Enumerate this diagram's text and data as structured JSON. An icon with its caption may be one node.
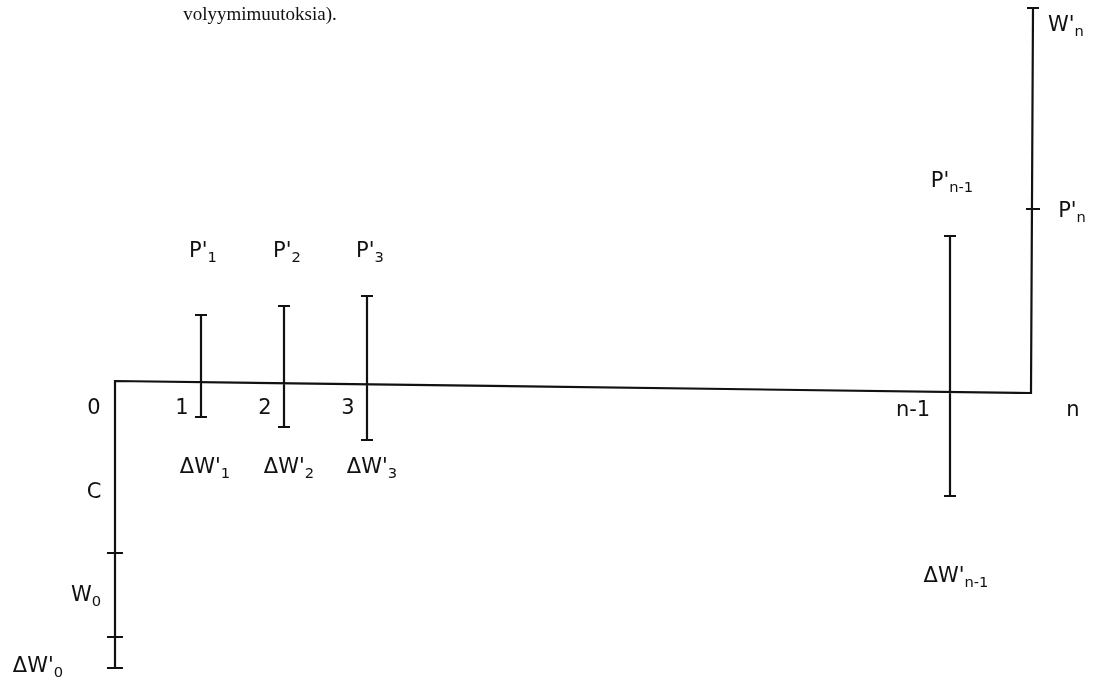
{
  "diagram": {
    "labels": [
      "volyymimuutoksia).",
      "W'$_{n}$",
      "P'$_{n-1}$",
      "P'$_{n}$",
      "P'$_{1}$",
      "P'$_{2}$",
      "P'$_{3}$",
      "0",
      "1",
      "2",
      "3",
      "n-1",
      "n",
      "ΔW'$_{1}$",
      "ΔW'$_{2}$",
      "ΔW'$_{3}$",
      "C",
      "ΔW'$_{n-1}$",
      "W$_{0}$",
      "ΔW'$_{0}$"
    ]
  }
}
